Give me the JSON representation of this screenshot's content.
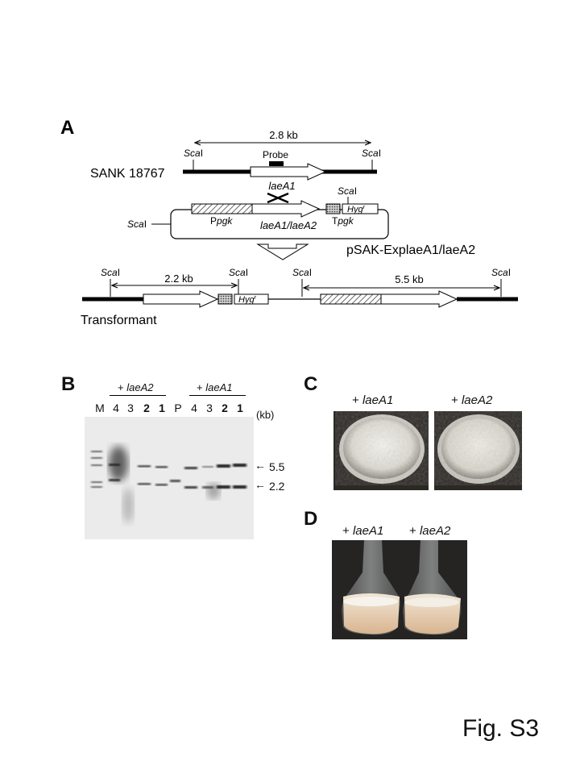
{
  "panel_a": {
    "letter": "A",
    "top_span": "2.8 kb",
    "scai": "ScaI",
    "scai_italic": "Sca",
    "scai_roman": "I",
    "probe": "Probe",
    "strain": "SANK 18767",
    "gene": "laeA1",
    "ppgk_p": "P",
    "ppgk_rest": "pgk",
    "insert": "laeA1/laeA2",
    "tpgk_t": "T",
    "tpgk_rest": "pgk",
    "hyg": "Hyg",
    "hyg_sup": "r",
    "plasmid": "pSAK-ExplaeA1/laeA2",
    "span_left": "2.2 kb",
    "span_right": "5.5 kb",
    "transformant": "Transformant"
  },
  "panel_b": {
    "letter": "B",
    "group1": "+ laeA2",
    "group2": "+ laeA1",
    "plus": "+",
    "group1_gene": "laeA2",
    "group2_gene": "laeA1",
    "lanes": [
      "M",
      "4",
      "3",
      "2",
      "1",
      "P",
      "4",
      "3",
      "2",
      "1"
    ],
    "unit": "(kb)",
    "band1": "5.5",
    "band2": "2.2"
  },
  "panel_c": {
    "letter": "C",
    "left": "laeA1",
    "right": "laeA2",
    "plus": "+"
  },
  "panel_d": {
    "letter": "D",
    "left": "laeA1",
    "right": "laeA2",
    "plus": "+"
  },
  "fig_label": "Fig. S3"
}
